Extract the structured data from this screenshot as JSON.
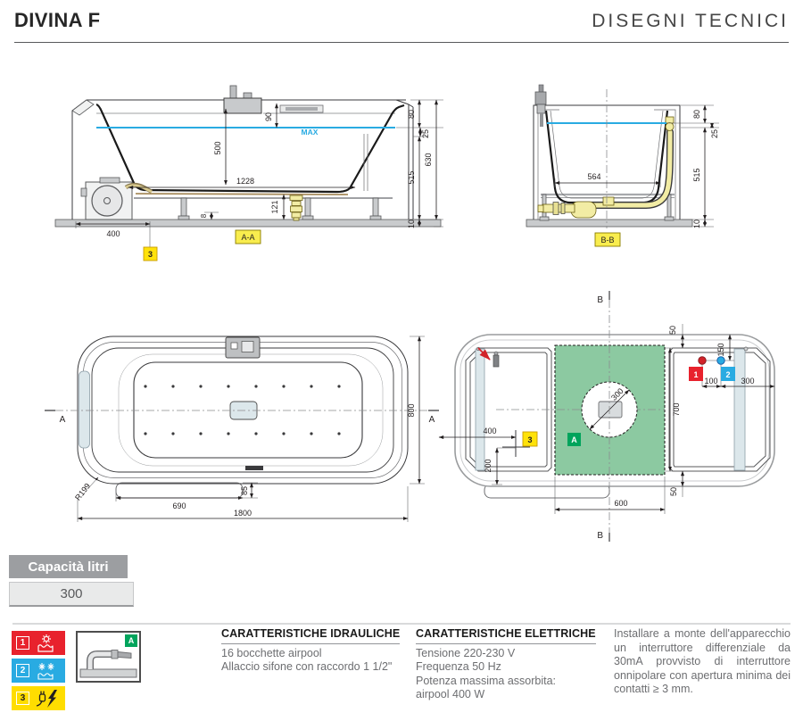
{
  "header": {
    "title": "DIVINA F",
    "subtitle": "DISEGNI TECNICI"
  },
  "drawings": {
    "section_aa": {
      "label": "A-A",
      "max": "MAX",
      "badge_3": "3",
      "d90": "90",
      "d500": "500",
      "d1228": "1228",
      "d121": "121",
      "d8": "8",
      "d400": "400",
      "d80": "80",
      "d25": "25",
      "d515": "515",
      "d630": "630",
      "d10": "10"
    },
    "section_bb": {
      "label": "B-B",
      "d564": "564",
      "d80": "80",
      "d25": "25",
      "d515": "515",
      "d10": "10"
    },
    "plan": {
      "marker_left": "A",
      "marker_right": "A",
      "d690": "690",
      "d1800": "1800",
      "d85": "85",
      "d800": "800",
      "r199": "R199"
    },
    "install": {
      "marker_top": "B",
      "marker_bottom": "B",
      "badge_1": "1",
      "badge_2": "2",
      "badge_3": "3",
      "badge_a": "A",
      "d50_top": "50",
      "d150": "150",
      "d100": "100",
      "d300": "300",
      "d700": "700",
      "d50_bottom": "50",
      "d400": "400",
      "d200": "200",
      "d600": "600",
      "d300_circle": "300"
    }
  },
  "capacity": {
    "label": "Capacità litri",
    "value": "300"
  },
  "legend": {
    "item_1": {
      "number": "1",
      "name": "hot-water-connection"
    },
    "item_2": {
      "number": "2",
      "name": "cold-water-connection"
    },
    "item_3": {
      "number": "3",
      "name": "electrical-connection"
    },
    "item_a": {
      "letter": "A",
      "name": "drain-area"
    }
  },
  "specs": {
    "hydraulic": {
      "title": "CARATTERISTICHE IDRAULICHE",
      "lines": [
        "16 bocchette airpool",
        "Allaccio sifone con raccordo 1 1/2\""
      ]
    },
    "electric": {
      "title": "CARATTERISTICHE ELETTRICHE",
      "lines": [
        "Tensione 220-230 V",
        "Frequenza 50 Hz",
        "Potenza massima assorbita:",
        "airpool 400 W"
      ]
    },
    "note": "Installare a monte dell'apparecchio un interruttore differenziale da 30mA provvisto di interruttore onnipolare con apertura minima dei contatti ≥ 3 mm."
  },
  "colors": {
    "water": "#29ABE2",
    "green_area": "#8CC9A1",
    "accent_red": "#E8222D",
    "accent_blue": "#29ABE2",
    "accent_yellow": "#FFE20A",
    "accent_green": "#00A45C"
  }
}
